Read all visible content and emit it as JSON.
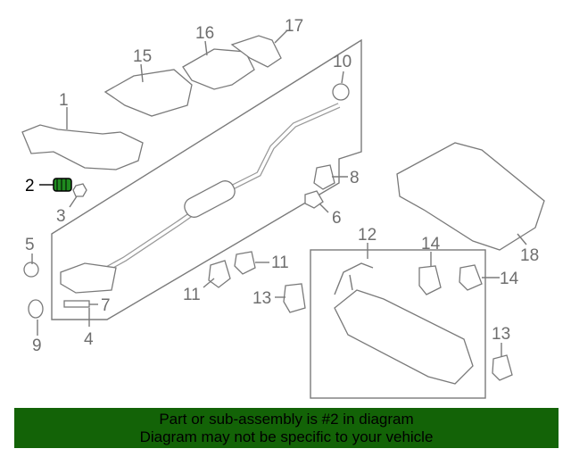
{
  "diagram": {
    "callouts": {
      "c1": "1",
      "c2": "2",
      "c3": "3",
      "c4": "4",
      "c5": "5",
      "c6": "6",
      "c7": "7",
      "c8": "8",
      "c9": "9",
      "c10": "10",
      "c11a": "11",
      "c11b": "11",
      "c12": "12",
      "c13a": "13",
      "c13b": "13",
      "c14a": "14",
      "c14b": "14",
      "c15": "15",
      "c16": "16",
      "c17": "17",
      "c18": "18"
    },
    "highlight_color": "#1f8a1f"
  },
  "banner": {
    "line1": "Part or sub-assembly is #2 in diagram",
    "line2": "Diagram may not be specific to your vehicle",
    "color": "#136307"
  }
}
